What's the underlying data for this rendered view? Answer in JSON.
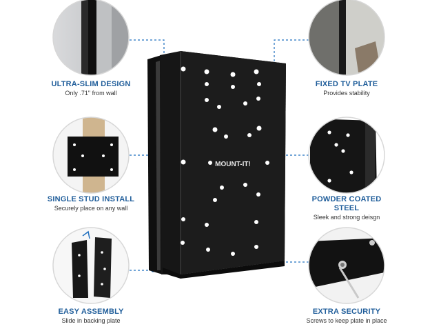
{
  "brand": {
    "logo_text": "MOUNT-IT!"
  },
  "features": [
    {
      "id": "ultra-slim",
      "title": "ULTRA-SLIM DESIGN",
      "desc": "Only .71\" from wall"
    },
    {
      "id": "fixed-plate",
      "title": "FIXED TV PLATE",
      "desc": "Provides stability"
    },
    {
      "id": "single-stud",
      "title": "SINGLE STUD INSTALL",
      "desc": "Securely place on any wall"
    },
    {
      "id": "powder-coated",
      "title": "POWDER COATED STEEL",
      "desc": "Sleek and strong deisgn"
    },
    {
      "id": "easy-assembly",
      "title": "EASY ASSEMBLY",
      "desc": "Slide in backing plate"
    },
    {
      "id": "extra-security",
      "title": "EXTRA SECURITY",
      "desc": "Screws to keep plate in place"
    }
  ],
  "colors": {
    "accent": "#1f5d9a",
    "connector": "#1f6fbf",
    "mount_dark": "#141414",
    "mount_edge": "#2a2a2a",
    "circle_border": "#d7d7d7"
  }
}
